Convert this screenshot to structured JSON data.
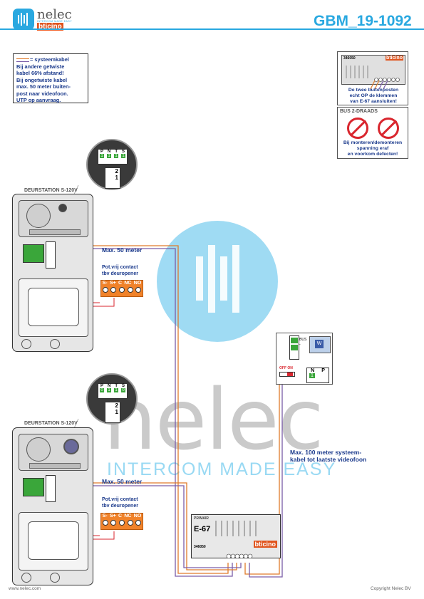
{
  "header": {
    "logo_name": "nelec",
    "logo_tagline": "INTERCOM MADE EASY",
    "logo_brand": "bticino",
    "doc_code": "GBM_19-1092"
  },
  "note": {
    "legend_label": "= systeemkabel",
    "lines": [
      "Bij andere getwiste",
      "kabel 66% afstand!",
      "Bij ongetwiste kabel",
      "max. 50 meter buiten-",
      "post naar videofoon.",
      "UTP op aanvraag."
    ]
  },
  "power_box": {
    "part_no": "346050",
    "brand": "bticino",
    "note_lines": [
      "De twee buitenposten",
      "echt OP de klemmen",
      "van E-67 aansluiten!"
    ]
  },
  "bus_warning": {
    "title": "BUS 2-DRAADS",
    "note_lines": [
      "Bij monteren/demonteren",
      "spanning eraf",
      "en voorkom defecten!"
    ]
  },
  "station1": {
    "label": "DEURSTATION S-120V",
    "dip_labels": [
      "P",
      "N",
      "T",
      "S"
    ],
    "dip_values": [
      "1",
      "1",
      "1",
      "1"
    ],
    "jumper_values": [
      "2",
      "1"
    ],
    "cable_label": "Max. 50 meter",
    "relay_label_lines": [
      "Pot.vrij contact",
      "tbv deuropener"
    ],
    "relay_terms": [
      "S-",
      "S+",
      "C",
      "NC",
      "NO"
    ]
  },
  "station2": {
    "label": "DEURSTATION S-120V",
    "dip_labels": [
      "P",
      "N",
      "T",
      "S"
    ],
    "dip_values": [
      "0",
      "1",
      "1",
      "0"
    ],
    "jumper_values": [
      "2",
      "1"
    ],
    "cable_label": "Max. 50 meter",
    "relay_label_lines": [
      "Pot.vrij contact",
      "tbv deuropener"
    ],
    "relay_terms": [
      "S-",
      "S+",
      "C",
      "NC",
      "NO"
    ]
  },
  "monitor": {
    "switch_label": "OFF ON",
    "bus_terms": [
      "BUS",
      "-"
    ],
    "dip_labels": [
      "N",
      "P"
    ],
    "dip_value": "1",
    "screen_label": "W"
  },
  "videophone_cable_lines": [
    "Max. 100 meter systeem-",
    "kabel tot laatste videofoon"
  ],
  "e67": {
    "label": "E-67",
    "primary_label": "PRIMAIR",
    "part_no": "346050",
    "brand": "bticino"
  },
  "watermark": {
    "word": "nelec",
    "tagline": "INTERCOM MADE EASY"
  },
  "footer": {
    "website": "www.nelec.com",
    "copyright": "Copyright Nelec BV"
  },
  "colors": {
    "accent_blue": "#29a8e0",
    "label_blue": "#1b3a8c",
    "wire_orange": "#e07b2a",
    "wire_purple": "#7a5ca8",
    "wire_red": "#d9262e",
    "relay_orange": "#f0822a",
    "dip_green": "#3aa63a",
    "brand_orange": "#e0551f"
  }
}
